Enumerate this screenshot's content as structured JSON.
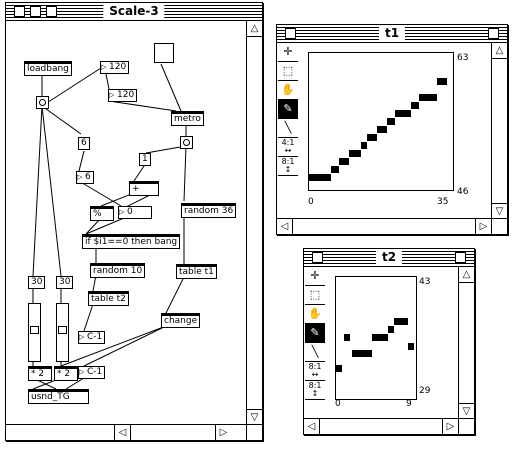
{
  "patcher": {
    "title": "Scale-3",
    "objects": {
      "loadbang": "loadbang",
      "num120a": "120",
      "num120b": "120",
      "metro": "metro",
      "msg6": "6",
      "num6": "6",
      "msg1": "1",
      "plus": "+",
      "mod": "%",
      "num0": "0",
      "random36": "random 36",
      "ifexpr": "if $i1==0 then bang",
      "random10": "random 10",
      "tablet1": "table t1",
      "tablet2": "table t2",
      "c1a": "C-1",
      "change": "change",
      "msg30a": "30",
      "msg30b": "30",
      "mul2a": "* 2",
      "mul2b": "* 2",
      "c1b": "C-1",
      "usnd": "usnd_TG"
    }
  },
  "t1": {
    "title": "t1",
    "ymax": "63",
    "ymin": "46",
    "xmin": "0",
    "xmax": "35",
    "zoom_h": "4:1",
    "zoom_v": "8:1"
  },
  "t2": {
    "title": "t2",
    "ymax": "43",
    "ymin": "29",
    "xmin": "0",
    "xmax": "9",
    "zoom_h": "8:1",
    "zoom_v": "8:1"
  },
  "icons": [
    "close-box",
    "zoom-box",
    "scroll-left-arrow",
    "scroll-right-arrow",
    "scroll-up-arrow",
    "scroll-down-arrow",
    "grow-box",
    "select-tool",
    "hand-tool",
    "pencil-tool",
    "line-tool"
  ]
}
